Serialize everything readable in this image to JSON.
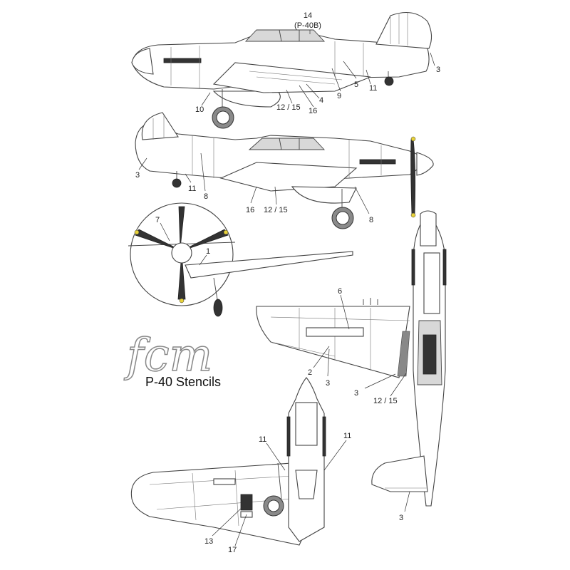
{
  "title": "P-40 Stencils",
  "logo_text": "fcm",
  "callouts": {
    "c14": "14",
    "p40b": "(P-40B)",
    "c3_top": "3",
    "c5": "5",
    "c9": "9",
    "c11_top": "11",
    "c4": "4",
    "c16_top": "16",
    "c1215_top": "12 / 15",
    "c10": "10",
    "c3_side2": "3",
    "c11_side2": "11",
    "c8_left": "8",
    "c16_side2": "16",
    "c1215_side2": "12 / 15",
    "c8_right": "8",
    "c7": "7",
    "c1": "1",
    "c6": "6",
    "c2": "2",
    "c3_wing": "3",
    "c3_wing_b": "3",
    "c1215_wing": "12 / 15",
    "c11_bl": "11",
    "c11_br": "11",
    "c13": "13",
    "c17": "17",
    "c3_tail": "3"
  },
  "colors": {
    "outline": "#444444",
    "glass": "#d8d8d8",
    "prop_tip": "#e8d23a"
  }
}
